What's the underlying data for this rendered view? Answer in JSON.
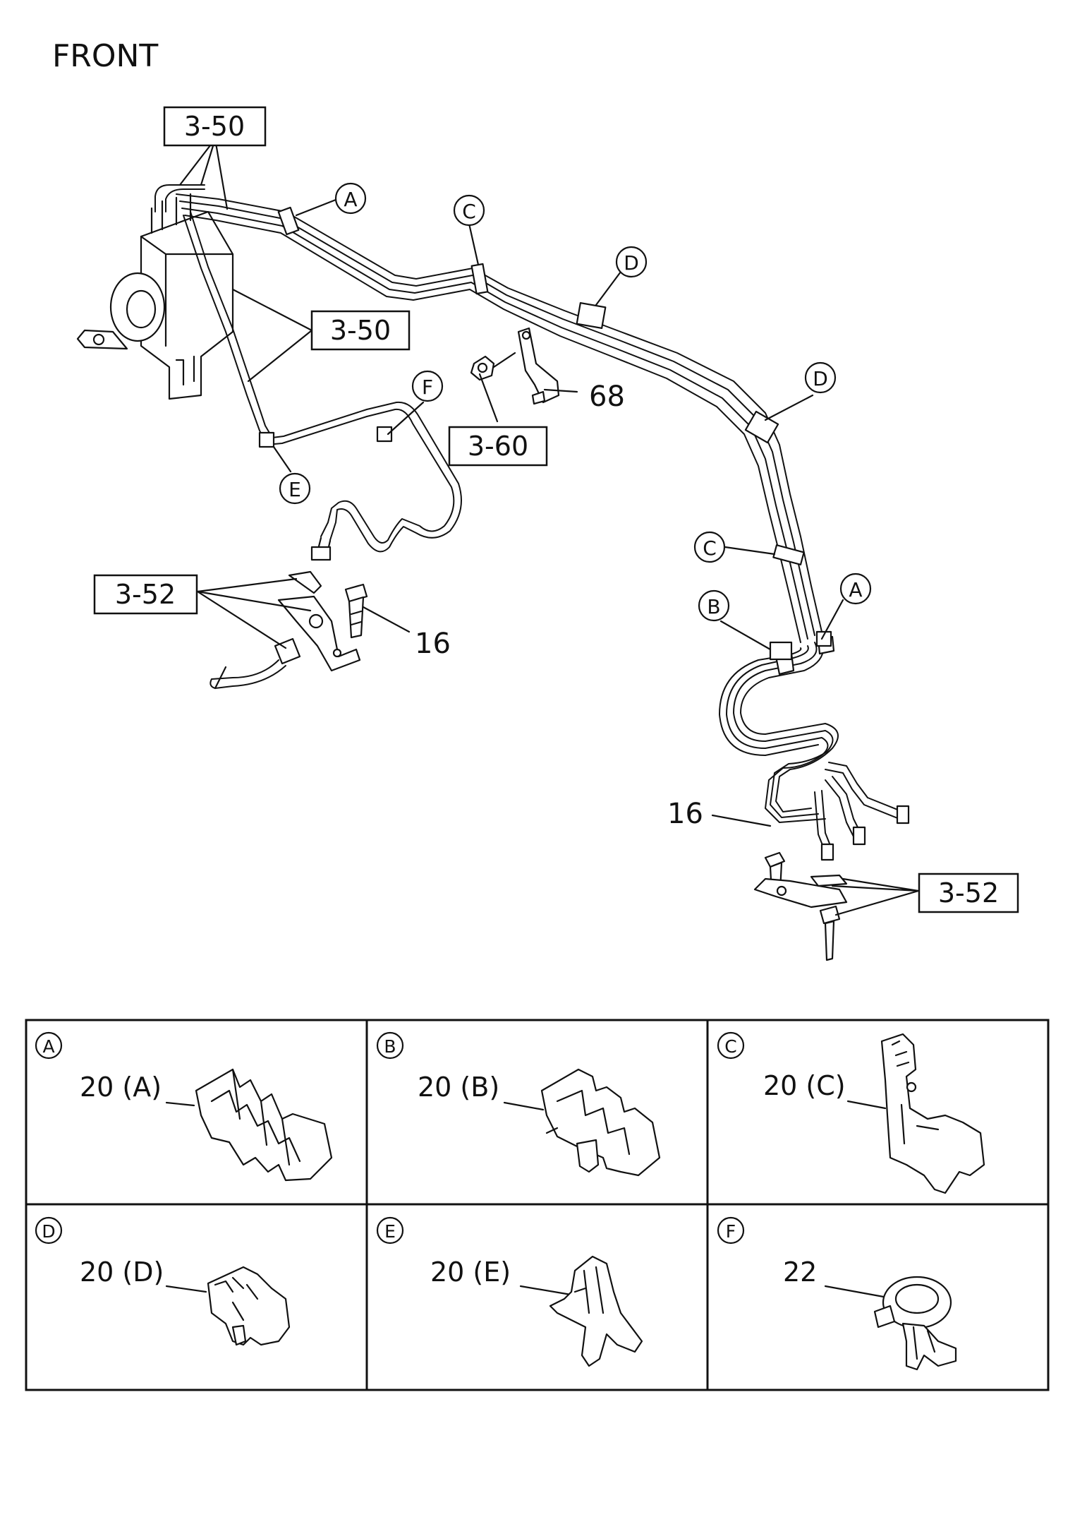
{
  "heading": "FRONT",
  "references": {
    "ref_350_top": "3-50",
    "ref_350_mid": "3-50",
    "ref_360": "3-60",
    "ref_352_left": "3-52",
    "ref_352_right": "3-52"
  },
  "part_numbers": {
    "p68": "68",
    "p16_left": "16",
    "p16_right": "16"
  },
  "callouts": {
    "a_top": "A",
    "c_top": "C",
    "d_top": "D",
    "d_mid": "D",
    "f": "F",
    "e": "E",
    "c_mid": "C",
    "a_right": "A",
    "b": "B"
  },
  "detail_cells": [
    {
      "letter": "A",
      "part": "20 (A)"
    },
    {
      "letter": "B",
      "part": "20 (B)"
    },
    {
      "letter": "C",
      "part": "20 (C)"
    },
    {
      "letter": "D",
      "part": "20 (D)"
    },
    {
      "letter": "E",
      "part": "20 (E)"
    },
    {
      "letter": "F",
      "part": "22"
    }
  ]
}
